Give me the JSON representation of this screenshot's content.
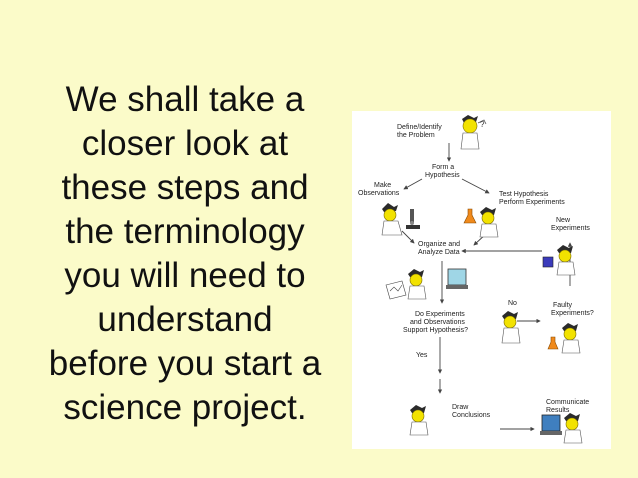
{
  "slide": {
    "text_lines": [
      "We shall take a",
      "closer look at",
      "these steps and",
      "the terminology",
      "you will need to",
      "understand",
      "before you start a",
      "science project."
    ],
    "background_color": "#fbfbc9"
  },
  "diagram": {
    "labels": {
      "define": [
        "Define/Identify",
        "the Problem"
      ],
      "hypothesis": [
        "Form a",
        "Hypothesis"
      ],
      "observations": [
        "Make",
        "Observations"
      ],
      "test": [
        "Test Hypothesis",
        "Perform Experiments"
      ],
      "new_experiments": [
        "New",
        "Experiments"
      ],
      "organize": [
        "Organize and",
        "Analyze Data"
      ],
      "no": "No",
      "faulty": [
        "Faulty",
        "Experiments?"
      ],
      "support": [
        "Do Experiments",
        "and Observations",
        "Support Hypothesis?"
      ],
      "yes": "Yes",
      "conclusions": [
        "Draw",
        "Conclusions"
      ],
      "communicate": [
        "Communicate",
        "Results"
      ]
    },
    "icons": [
      "scientist-icon",
      "microscope-icon",
      "flask-icon",
      "computer-icon",
      "graph-paper-icon",
      "test-tube-icon"
    ]
  }
}
